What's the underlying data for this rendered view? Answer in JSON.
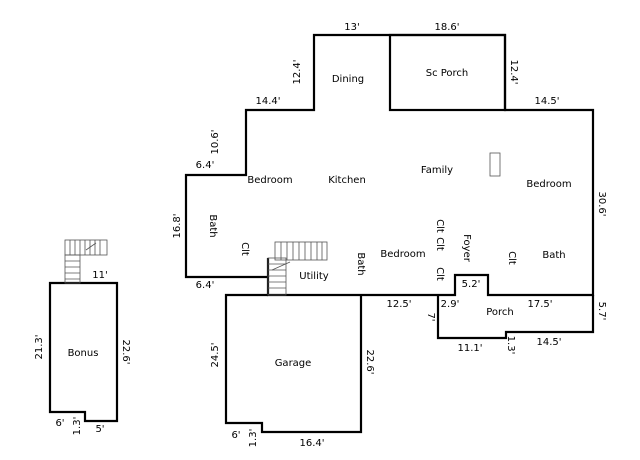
{
  "rooms": {
    "dining": "Dining",
    "sc_porch": "Sc Porch",
    "bedroom_left": "Bedroom",
    "kitchen": "Kitchen",
    "family": "Family",
    "bedroom_right": "Bedroom",
    "bath_left": "Bath",
    "clt_left": "Clt",
    "utility": "Utility",
    "bath_mid": "Bath",
    "bedroom_mid": "Bedroom",
    "clt_a": "Clt",
    "clt_b": "Clt",
    "clt_c": "Clt",
    "foyer": "Foyer",
    "clt_d": "Clt",
    "bath_right": "Bath",
    "porch": "Porch",
    "garage": "Garage",
    "bonus": "Bonus"
  },
  "dimensions": {
    "d13": "13'",
    "d18_6": "18.6'",
    "d12_4_left": "12.4'",
    "d12_4_right": "12.4'",
    "d14_4": "14.4'",
    "d14_5_top": "14.5'",
    "d10_6": "10.6'",
    "d6_4_top": "6.4'",
    "d16_8": "16.8'",
    "d30_6": "30.6'",
    "d6_4_bottom": "6.4'",
    "d12_5": "12.5'",
    "d2_9": "2.9'",
    "d5_2": "5.2'",
    "d17_5": "17.5'",
    "d5_7": "5.7'",
    "d7": "7'",
    "d11_1": "11.1'",
    "d1_3_porch": "1.3'",
    "d14_5_bottom": "14.5'",
    "d24_5": "24.5'",
    "d22_6_garage": "22.6'",
    "d6_garage": "6'",
    "d1_3_garage": "1.3'",
    "d16_4": "16.4'",
    "d11_bonus": "11'",
    "d21_3": "21.3'",
    "d22_6_bonus": "22.6'",
    "d6_bonus": "6'",
    "d1_3_bonus": "1.3'",
    "d5_bonus": "5'"
  }
}
